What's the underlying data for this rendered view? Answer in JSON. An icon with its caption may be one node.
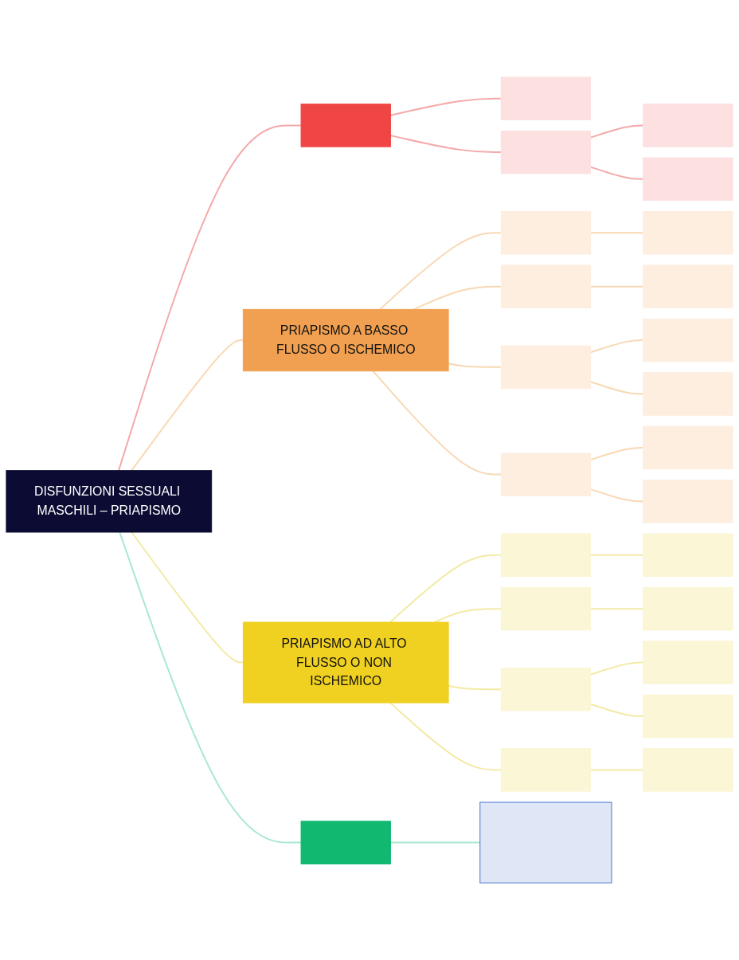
{
  "diagram": {
    "nodes": [
      {
        "text": [
          "DISFUNZIONI SESSUALI MASCHILI – PRIAPISMO"
        ]
      },
      {
        "text": [],
        "shape": "box"
      },
      {
        "text": [],
        "shape": "box"
      },
      {
        "text": [],
        "shape": "box"
      },
      {
        "text": [],
        "shape": "box"
      },
      {
        "text": [],
        "shape": "box"
      },
      {
        "text": [
          "PRIAPISMO A BASSO FLUSSO O ISCHEMICO"
        ]
      },
      {
        "text": [],
        "shape": "box"
      },
      {
        "text": [],
        "shape": "box"
      },
      {
        "text": [],
        "shape": "box"
      },
      {
        "text": [],
        "shape": "box"
      },
      {
        "text": [],
        "shape": "box"
      },
      {
        "text": [],
        "shape": "box"
      },
      {
        "text": [],
        "shape": "box"
      },
      {
        "text": [],
        "shape": "box"
      },
      {
        "text": [],
        "shape": "box"
      },
      {
        "text": [],
        "shape": "box"
      },
      {
        "text": [
          "PRIAPISMO AD ALTO FLUSSO O NON ISCHEMICO"
        ]
      },
      {
        "text": [],
        "shape": "box"
      },
      {
        "text": [],
        "shape": "box"
      },
      {
        "text": [],
        "shape": "box"
      },
      {
        "text": [],
        "shape": "box"
      },
      {
        "text": [],
        "shape": "box"
      },
      {
        "text": [],
        "shape": "box"
      },
      {
        "text": [],
        "shape": "box"
      },
      {
        "text": [],
        "shape": "box"
      },
      {
        "text": [],
        "shape": "box"
      },
      {
        "text": [],
        "shape": "box"
      },
      {
        "text": [],
        "shape": "box"
      }
    ],
    "edges": [
      {
        "from": 0,
        "to": 1,
        "arrow": "none",
        "color": "#f4a9a9"
      },
      {
        "from": 1,
        "to": 2,
        "arrow": "none",
        "color": "#f4a9a9"
      },
      {
        "from": 1,
        "to": 3,
        "arrow": "none",
        "color": "#f4a9a9"
      },
      {
        "from": 3,
        "to": 4,
        "arrow": "none",
        "color": "#f4a9a9"
      },
      {
        "from": 3,
        "to": 5,
        "arrow": "none",
        "color": "#f4a9a9"
      },
      {
        "from": 0,
        "to": 6,
        "arrow": "none",
        "color": "#f8d8b4"
      },
      {
        "from": 6,
        "to": 7,
        "arrow": "none",
        "color": "#f8d8b4"
      },
      {
        "from": 7,
        "to": 8,
        "arrow": "none",
        "color": "#f8d8b4"
      },
      {
        "from": 6,
        "to": 9,
        "arrow": "none",
        "color": "#f8d8b4"
      },
      {
        "from": 9,
        "to": 10,
        "arrow": "none",
        "color": "#f8d8b4"
      },
      {
        "from": 6,
        "to": 11,
        "arrow": "none",
        "color": "#f8d8b4"
      },
      {
        "from": 11,
        "to": 12,
        "arrow": "none",
        "color": "#f8d8b4"
      },
      {
        "from": 11,
        "to": 13,
        "arrow": "none",
        "color": "#f8d8b4"
      },
      {
        "from": 6,
        "to": 14,
        "arrow": "none",
        "color": "#f8d8b4"
      },
      {
        "from": 14,
        "to": 15,
        "arrow": "none",
        "color": "#f8d8b4"
      },
      {
        "from": 14,
        "to": 16,
        "arrow": "none",
        "color": "#f8d8b4"
      },
      {
        "from": 0,
        "to": 17,
        "arrow": "none",
        "color": "#f3eaa6"
      },
      {
        "from": 17,
        "to": 18,
        "arrow": "none",
        "color": "#f3eaa6"
      },
      {
        "from": 18,
        "to": 19,
        "arrow": "none",
        "color": "#f3eaa6"
      },
      {
        "from": 17,
        "to": 20,
        "arrow": "none",
        "color": "#f3eaa6"
      },
      {
        "from": 20,
        "to": 21,
        "arrow": "none",
        "color": "#f3eaa6"
      },
      {
        "from": 17,
        "to": 22,
        "arrow": "none",
        "color": "#f3eaa6"
      },
      {
        "from": 22,
        "to": 23,
        "arrow": "none",
        "color": "#f3eaa6"
      },
      {
        "from": 22,
        "to": 24,
        "arrow": "none",
        "color": "#f3eaa6"
      },
      {
        "from": 17,
        "to": 25,
        "arrow": "none",
        "color": "#f3eaa6"
      },
      {
        "from": 25,
        "to": 26,
        "arrow": "none",
        "color": "#f3eaa6"
      },
      {
        "from": 0,
        "to": 27,
        "arrow": "none",
        "color": "#a9e8d2"
      },
      {
        "from": 27,
        "to": 28,
        "arrow": "none",
        "color": "#a9e8d2"
      }
    ]
  }
}
